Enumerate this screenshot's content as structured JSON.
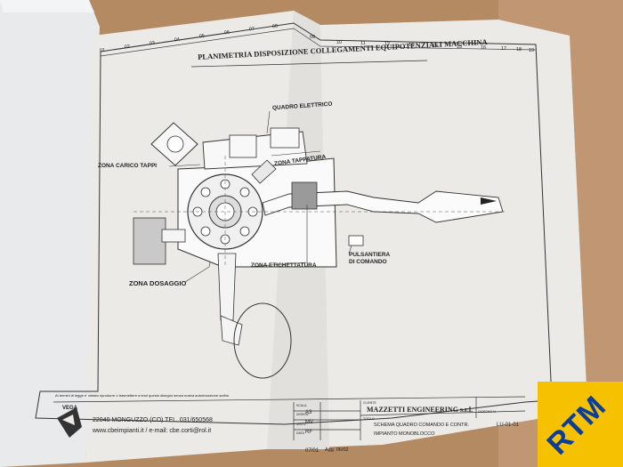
{
  "drawing": {
    "title": "PLANIMETRIA DISPOSIZIONE COLLEGAMENTI EQUIPOTENZIALI MACCHINA",
    "ruler_numbers": [
      "01",
      "02",
      "03",
      "04",
      "05",
      "06",
      "07",
      "08",
      "09",
      "10",
      "11",
      "12",
      "13",
      "14",
      "15",
      "16",
      "17",
      "18",
      "19"
    ],
    "labels": {
      "quadro_elettrico": "QUADRO ELETTRICO",
      "zona_carico_tappi": "ZONA CARICO TAPPI",
      "zona_tappatura": "ZONA TAPPATURA",
      "zona_dosaggio": "ZONA DOSAGGIO",
      "zona_etichettatura": "ZONA ETICHETTATURA",
      "pulsantiera": "PULSANTIERA",
      "di_comando": "DI COMANDO"
    },
    "copyright_note": "Ai termini di legge e' vietato riprodurre o trasmettere a terzi questo disegno senza nostra autorizzazione scritta"
  },
  "title_block": {
    "logo_text": "VEGA",
    "address": "22040 MONGUZZO (CO) TEL. 031/650568",
    "web": "www.cbeimpianti.it / e-mail: cbe.corti@rol.it",
    "scala_label": "SCALA",
    "scala_value": "A3",
    "disegn_label": "DISEGN",
    "disegn_value": "MV",
    "visto_label": "VISTO",
    "visto_value": "RF",
    "data_label": "DATA",
    "data_value": "07/01",
    "agg_value": "Agg. 06/02",
    "cliente_label": "CLIENTE",
    "cliente_value": "MAZZETTI ENGINEERING s.r.l.",
    "titolo_label": "TITOLO",
    "titolo_line1": "SCHEMA QUADRO COMANDO E CONTR.",
    "titolo_line2": "IMPIANTO MONOBLOCCO",
    "disegno_label": "DISEGNO N.",
    "disegno_value": "LU-01-01"
  },
  "badge": {
    "text": "RTM",
    "color": "#f6c100",
    "text_color": "#0a3e9a"
  }
}
